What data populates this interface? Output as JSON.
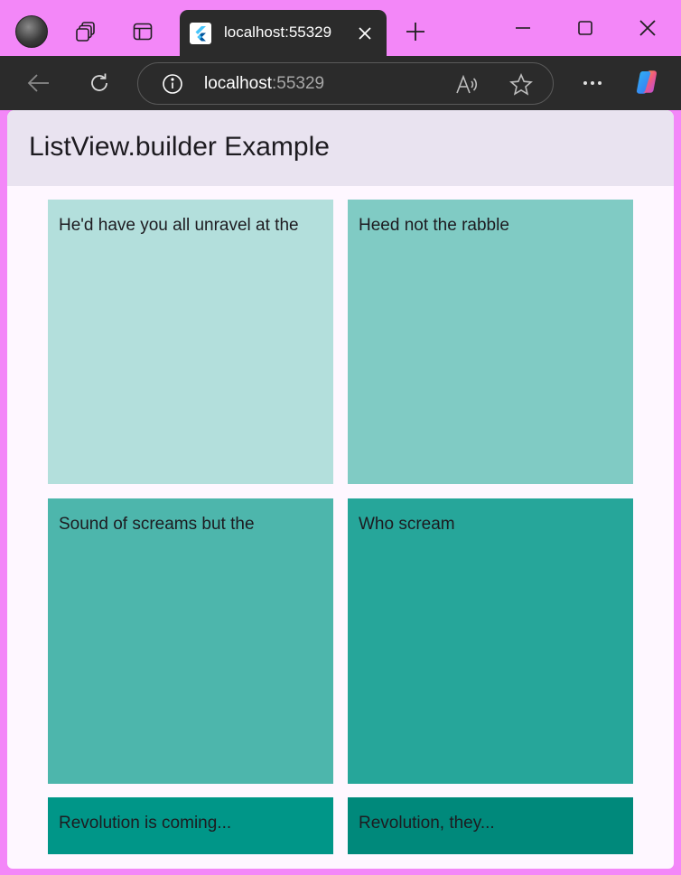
{
  "browser": {
    "tab": {
      "title": "localhost:55329"
    },
    "address": {
      "host": "localhost",
      "port": ":55329"
    }
  },
  "app": {
    "title": "ListView.builder Example"
  },
  "items": [
    {
      "text": "He'd have you all unravel at the",
      "color": "#b3dfdc"
    },
    {
      "text": "Heed not the rabble",
      "color": "#80cbc4"
    },
    {
      "text": "Sound of screams but the",
      "color": "#4db6ac"
    },
    {
      "text": "Who scream",
      "color": "#26a69a"
    },
    {
      "text": "Revolution is coming...",
      "color": "#009688"
    },
    {
      "text": "Revolution, they...",
      "color": "#00897b"
    }
  ],
  "colors": {
    "titlebar": "#f387f8",
    "toolbar": "#2b2b2b",
    "page_background": "#fef7ff",
    "appbar_background": "#e9e3f0"
  },
  "icons": [
    "profile-avatar",
    "workspaces-icon",
    "tab-actions-icon",
    "flutter-favicon",
    "close-tab-icon",
    "new-tab-icon",
    "minimize-icon",
    "maximize-icon",
    "close-window-icon",
    "back-icon",
    "refresh-icon",
    "info-icon",
    "read-aloud-icon",
    "favorite-star-icon",
    "more-options-icon",
    "copilot-icon"
  ]
}
